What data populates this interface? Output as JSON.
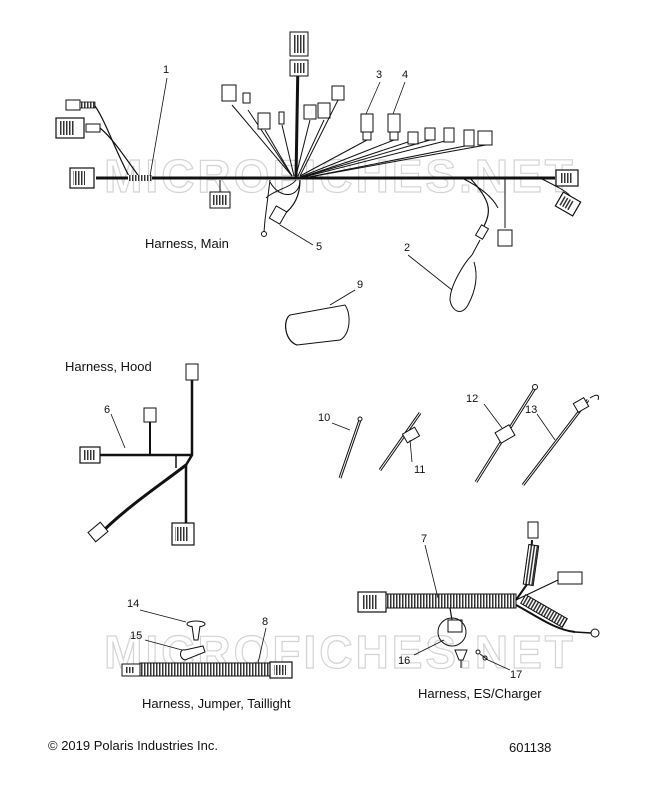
{
  "callouts": {
    "n1": "1",
    "n2": "2",
    "n3": "3",
    "n4": "4",
    "n5": "5",
    "n6": "6",
    "n7": "7",
    "n8": "8",
    "n9": "9",
    "n10": "10",
    "n11": "11",
    "n12": "12",
    "n13": "13",
    "n14": "14",
    "n15": "15",
    "n16": "16",
    "n17": "17"
  },
  "captions": {
    "main": "Harness, Main",
    "hood": "Harness, Hood",
    "jumper": "Harness, Jumper, Taillight",
    "charger": "Harness, ES/Charger"
  },
  "watermark": "MICROFICHES.NET",
  "footer": {
    "copyright": "© 2019 Polaris Industries Inc.",
    "diagram_id": "601138"
  }
}
